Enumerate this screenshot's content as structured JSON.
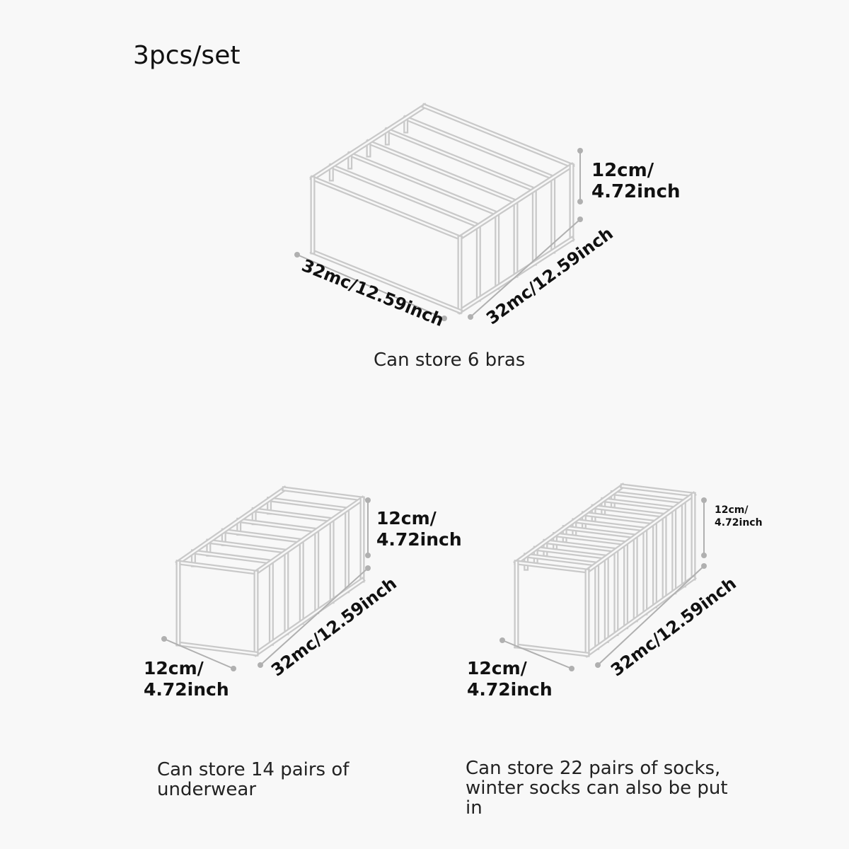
{
  "header": {
    "title": "3pcs/set"
  },
  "boxes": [
    {
      "name": "bra-organizer",
      "height_label": [
        "12cm/",
        "4.72inch"
      ],
      "width_label": "32mc/12.59inch",
      "depth_label": "32mc/12.59inch",
      "caption": "Can store 6 bras",
      "compartments": 6
    },
    {
      "name": "underwear-organizer",
      "height_label": [
        "12cm/",
        "4.72inch"
      ],
      "width_label": [
        "12cm/",
        "4.72inch"
      ],
      "depth_label": "32mc/12.59inch",
      "caption": [
        "Can store 14 pairs of",
        "underwear"
      ],
      "compartments": 7
    },
    {
      "name": "socks-organizer",
      "height_label": [
        "12cm/",
        "4.72inch"
      ],
      "width_label": [
        "12cm/",
        "4.72inch"
      ],
      "depth_label": "32mc/12.59inch",
      "caption": [
        "Can store 22 pairs of socks,",
        "winter socks can also be put",
        "in"
      ],
      "compartments": 11
    }
  ],
  "colors": {
    "line": "#c9c9c9",
    "background": "#f8f8f8",
    "dimension": "#b0b0b0"
  }
}
